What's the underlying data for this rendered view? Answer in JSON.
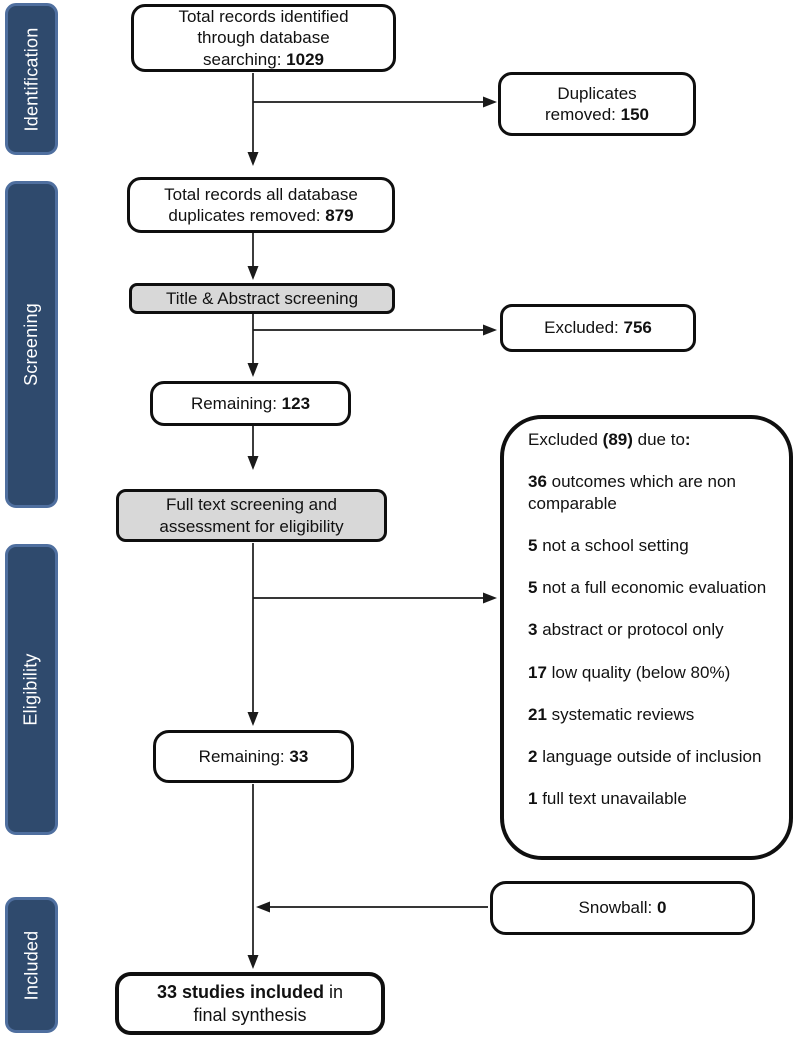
{
  "diagram": {
    "kind": "prisma-flow",
    "colors": {
      "stage_fill": "#2f4a6d",
      "stage_border": "#4f6f9f",
      "stage_text": "#ffffff",
      "box_fill": "#ffffff",
      "box_gray_fill": "#d8d8d8",
      "box_border": "#0f0f0f",
      "arrow": "#1a1a1a"
    },
    "stages": [
      {
        "id": "identification",
        "label": "Identification"
      },
      {
        "id": "screening",
        "label": "Screening"
      },
      {
        "id": "eligibility",
        "label": "Eligibility"
      },
      {
        "id": "included",
        "label": "Included"
      }
    ],
    "boxes": {
      "records_identified": {
        "segments": [
          {
            "t": "Total records identified through database searching: "
          },
          {
            "t": "1029",
            "b": true
          }
        ]
      },
      "duplicates_removed": {
        "segments": [
          {
            "t": "Duplicates removed: "
          },
          {
            "t": "150",
            "b": true
          }
        ]
      },
      "records_deduplicated": {
        "segments": [
          {
            "t": "Total records all database duplicates removed: "
          },
          {
            "t": "879",
            "b": true
          }
        ]
      },
      "title_abstract_screening": {
        "segments": [
          {
            "t": "Title & Abstract screening"
          }
        ]
      },
      "excluded_screening": {
        "segments": [
          {
            "t": "Excluded: "
          },
          {
            "t": "756",
            "b": true
          }
        ]
      },
      "remaining_after_screening": {
        "segments": [
          {
            "t": "Remaining: "
          },
          {
            "t": "123",
            "b": true
          }
        ]
      },
      "full_text_screening": {
        "segments": [
          {
            "t": "Full text screening and assessment for eligibility"
          }
        ]
      },
      "exclusion_reasons": {
        "header": [
          {
            "t": "Excluded "
          },
          {
            "t": "(89)",
            "b": true
          },
          {
            "t": " due to"
          },
          {
            "t": ":",
            "b": true
          }
        ],
        "reasons": [
          {
            "count": "36",
            "text": " outcomes which are non comparable"
          },
          {
            "count": "5",
            "text": " not a school setting"
          },
          {
            "count": "5",
            "text": " not a full economic evaluation"
          },
          {
            "count": "3",
            "text": " abstract or protocol only"
          },
          {
            "count": "17",
            "text": " low quality (below 80%)"
          },
          {
            "count": "21",
            "text": " systematic reviews"
          },
          {
            "count": "2",
            "text": " language outside of inclusion"
          },
          {
            "count": "1",
            "text": " full text unavailable"
          }
        ]
      },
      "remaining_after_eligibility": {
        "segments": [
          {
            "t": "Remaining: "
          },
          {
            "t": "33",
            "b": true
          }
        ]
      },
      "snowball": {
        "segments": [
          {
            "t": "Snowball: "
          },
          {
            "t": "0",
            "b": true
          }
        ]
      },
      "included_final": {
        "segments": [
          {
            "t": "33 studies included",
            "b": true
          },
          {
            "t": "  in final synthesis"
          }
        ]
      }
    }
  }
}
